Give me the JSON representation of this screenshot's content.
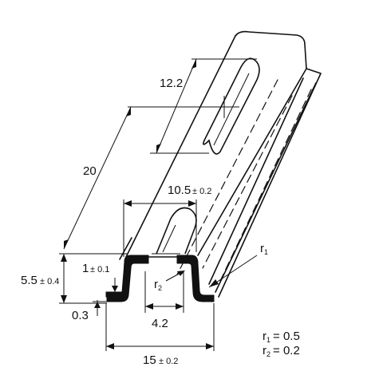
{
  "dimensions": {
    "slot_length": "12.2",
    "hole_pitch": "20",
    "inner_width": "10.5",
    "inner_width_tol": "± 0.2",
    "outer_width": "15",
    "outer_width_tol": "± 0.2",
    "height": "5.5",
    "height_tol": "± 0.4",
    "thickness": "1",
    "thickness_tol": "± 0.1",
    "gap": "0.3",
    "slot_width": "4.2"
  },
  "radius_labels": {
    "r1_main": "r",
    "r1_sub": "1",
    "r2_main": "r",
    "r2_sub": "2"
  },
  "notes": {
    "r1_main": "r",
    "r1_sub": "1",
    "r1_value": "= 0.5",
    "r2_main": "r",
    "r2_sub": "2",
    "r2_value": "= 0.2"
  },
  "colors": {
    "line": "#111111",
    "profile_fill": "#111111",
    "background": "#ffffff"
  }
}
